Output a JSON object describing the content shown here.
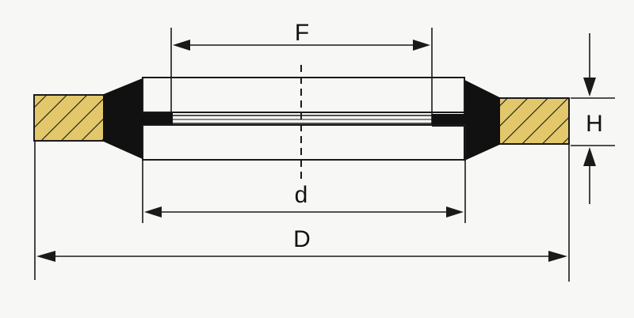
{
  "labels": {
    "F": "F",
    "d": "d",
    "D": "D",
    "H": "H"
  },
  "colors": {
    "background": "#f7f7f5",
    "line": "#1a1a1a",
    "fill_dark": "#111111",
    "hatch_fill": "#e2c86a",
    "hatch_line": "#1a1a1a"
  }
}
